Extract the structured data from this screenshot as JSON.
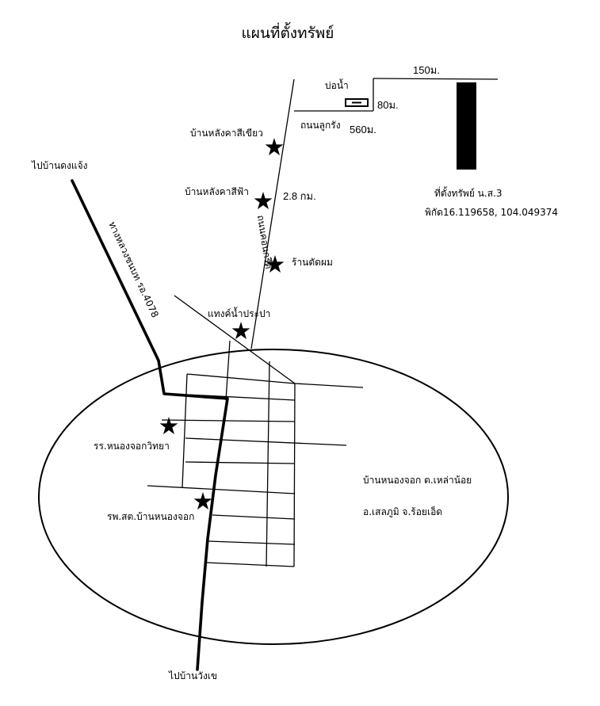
{
  "title": "แผนที่ตั้งทรัพย์",
  "labels": {
    "pond": "บ่อน้ำ",
    "dist_150": "150ม.",
    "dist_80": "80ม.",
    "laterite_road": "ถนนลูกรัง",
    "dist_560": "560ม.",
    "green_roof_house": "บ้านหลังคาสีเขียว",
    "to_ban_dong_saeng": "ไปบ้านดงแจ้ง",
    "blue_roof_house": "บ้านหลังคาสีฟ้า",
    "dist_2_8km": "2.8 กม.",
    "property_location": "ที่ตั้งทรัพย์ น.ส.3",
    "coordinates": "พิกัด16.119658, 104.049374",
    "concrete_road": "ถนนคอนกรีต",
    "highway": "ทางหลวงชนบท รอ.4078",
    "barber": "ร้านตัดผม",
    "water_tank": "แทงค์น้ำประปา",
    "school": "รร.หนองจอกวิทยา",
    "village": "บ้านหนองจอก ต.เหล่าน้อย",
    "district": "อ.เสลภูมิ จ.ร้อยเอ็ด",
    "health_center": "รพ.สต.บ้านหนองจอก",
    "to_ban_wang_khe": "ไปบ้านวังเข"
  },
  "colors": {
    "ink": "#000000",
    "paper": "#ffffff"
  }
}
